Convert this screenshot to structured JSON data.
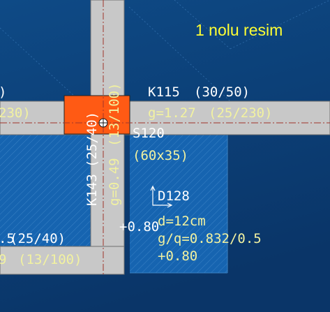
{
  "caption": "1 nolu resim",
  "beam_top_right": {
    "name": "K115",
    "size": "(30/50)",
    "load": "g=1.27",
    "load_size": "(25/230)"
  },
  "beam_top_left": {
    "size_fragment": ")",
    "load_fragment": "230)"
  },
  "beam_vertical_left": {
    "name": "K143",
    "size": "(25/40)",
    "load": "g=0.49",
    "load_size": "(13/100)"
  },
  "beam_bottom_left": {
    "size_fragment": ".5",
    "size": "(25/40)",
    "load_fragment": "9",
    "load_size": "(13/100)"
  },
  "column": {
    "name": "S120",
    "size": "(60x35)"
  },
  "slab": {
    "name": "D128",
    "thickness": "d=12cm",
    "load": "g/q=0.832/0.5",
    "level": "+0.80"
  },
  "level_left": "+0.80",
  "colors": {
    "background": "#0b3f73",
    "slab_fill": "#1565b0",
    "beam": "#c8c8c8",
    "beam_edge": "#707070",
    "column": "#ff5a14",
    "axis": "#a0352a",
    "text_white": "#ffffff",
    "text_yellow": "#f2f2a0",
    "caption": "#ffff33"
  }
}
